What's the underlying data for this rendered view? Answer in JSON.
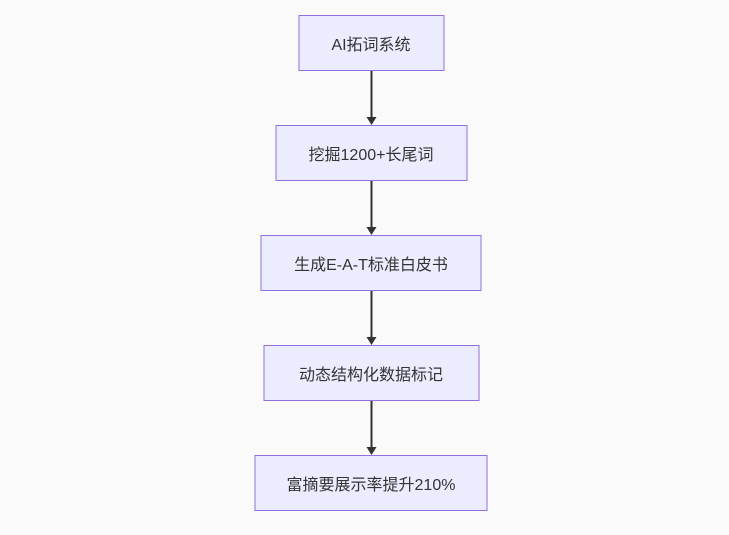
{
  "flowchart": {
    "type": "vertical-flowchart",
    "nodes": [
      {
        "label": "AI拓词系统"
      },
      {
        "label": "挖掘1200+长尾词"
      },
      {
        "label": "生成E-A-T标准白皮书"
      },
      {
        "label": "动态结构化数据标记"
      },
      {
        "label": "富摘要展示率提升210%"
      }
    ],
    "colors": {
      "background": "#fafafa",
      "node_fill": "#ECECFF",
      "node_border": "#9370DB",
      "text": "#333333",
      "arrow": "#333333"
    }
  }
}
